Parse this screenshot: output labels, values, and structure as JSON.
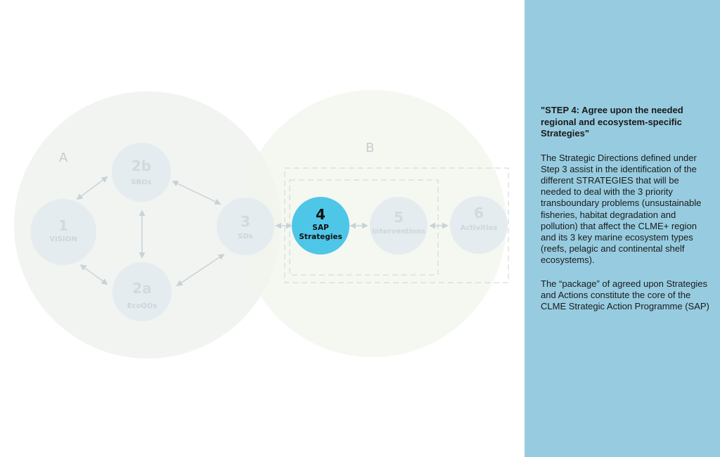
{
  "regions": [
    {
      "id": "A",
      "label": "A"
    },
    {
      "id": "B",
      "label": "B"
    }
  ],
  "nodes": [
    {
      "id": "1",
      "number": "1",
      "label": "VISION",
      "active": false
    },
    {
      "id": "2b",
      "number": "2b",
      "label": "SBOs",
      "active": false
    },
    {
      "id": "2a",
      "number": "2a",
      "label": "EcoQOs",
      "active": false
    },
    {
      "id": "3",
      "number": "3",
      "label": "SDs",
      "active": false
    },
    {
      "id": "4",
      "number": "4",
      "label_line1": "SAP",
      "label_line2": "Strategies",
      "active": true
    },
    {
      "id": "5",
      "number": "5",
      "label": "Interventions",
      "active": false
    },
    {
      "id": "6",
      "number": "6",
      "label": "Activities",
      "active": false
    }
  ],
  "colors": {
    "active_node": "#4ec6e8",
    "inactive_node": "#e4ecef",
    "panel_bg": "#97cce0",
    "region_a": "#eef2ee",
    "region_b": "#f4f6ef"
  },
  "panel": {
    "title": "\"STEP 4: Agree upon the needed regional and ecosystem-specific Strategies\"",
    "paragraph1": "The Strategic Directions defined under Step 3 assist in the identification of the different STRATEGIES that will be needed to deal with the 3 priority transboundary problems (unsustainable fisheries, habitat degradation and pollution) that affect the CLME+ region and its 3 key marine ecosystem types (reefs, pelagic and continental shelf ecosystems).",
    "paragraph2": "The “package” of agreed upon Strategies and Actions constitute the core of the CLME Strategic Action Programme (SAP)"
  }
}
